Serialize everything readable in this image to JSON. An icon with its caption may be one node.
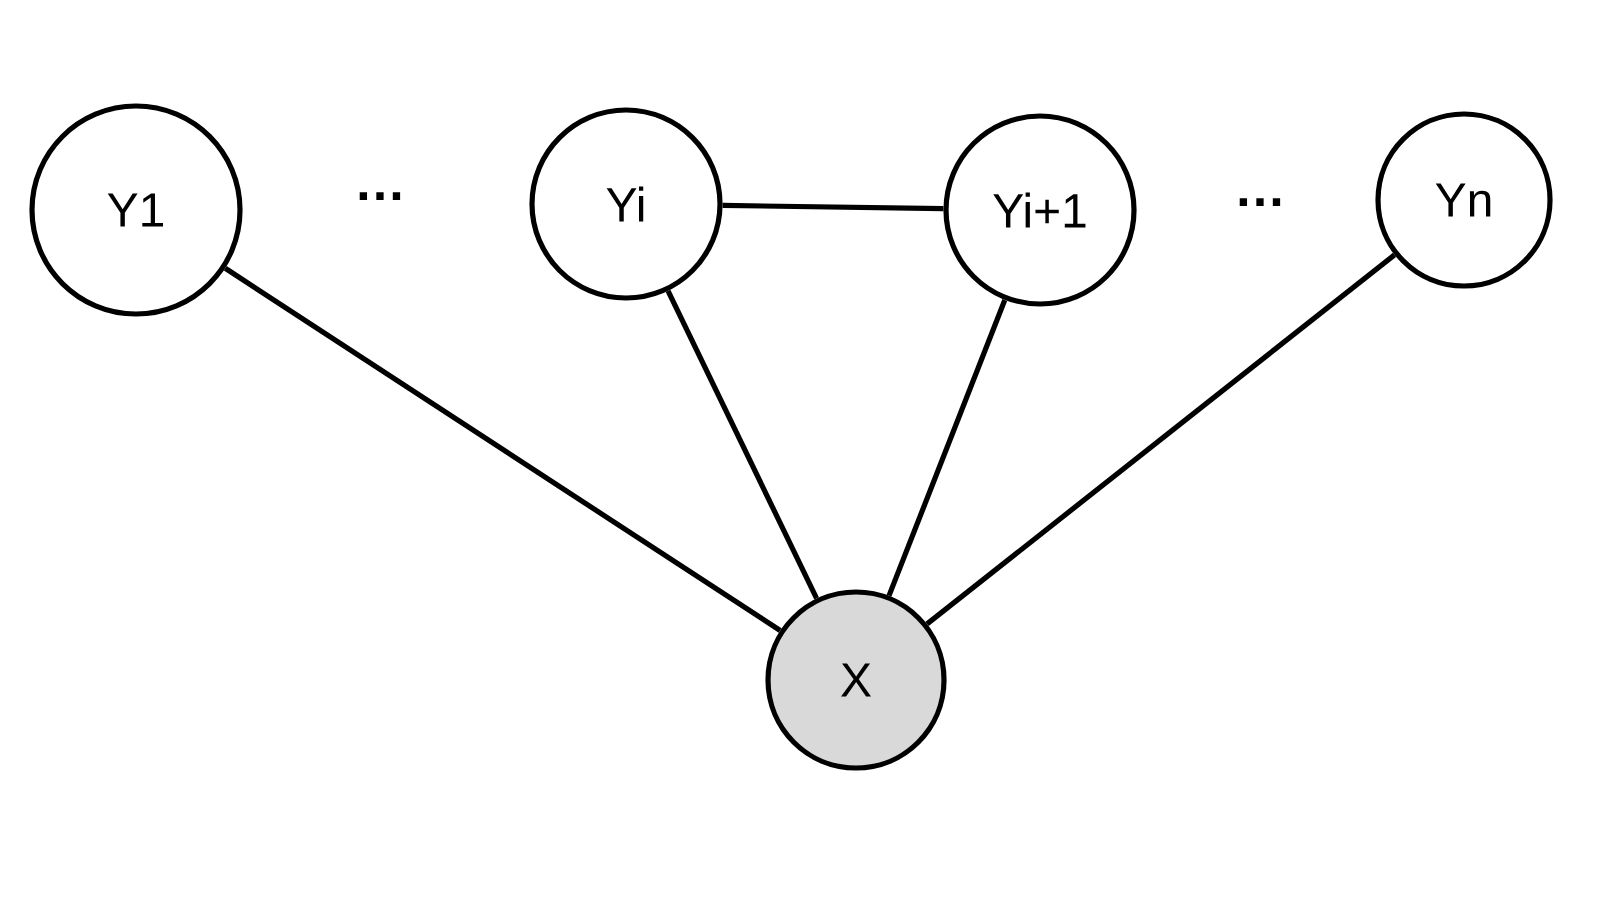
{
  "diagram": {
    "nodes": [
      {
        "text": [
          "Y1"
        ]
      },
      {
        "text": [
          "Yi"
        ]
      },
      {
        "text": [
          "Yi+1"
        ]
      },
      {
        "text": [
          "Yn"
        ]
      },
      {
        "text": [
          "X"
        ]
      }
    ],
    "edges": [
      {
        "from": 1,
        "to": 2,
        "arrow": "none"
      },
      {
        "from": 0,
        "to": 4,
        "arrow": "none"
      },
      {
        "from": 1,
        "to": 4,
        "arrow": "none"
      },
      {
        "from": 2,
        "to": 4,
        "arrow": "none"
      },
      {
        "from": 3,
        "to": 4,
        "arrow": "none"
      }
    ],
    "labels": [
      "…",
      "…"
    ]
  }
}
